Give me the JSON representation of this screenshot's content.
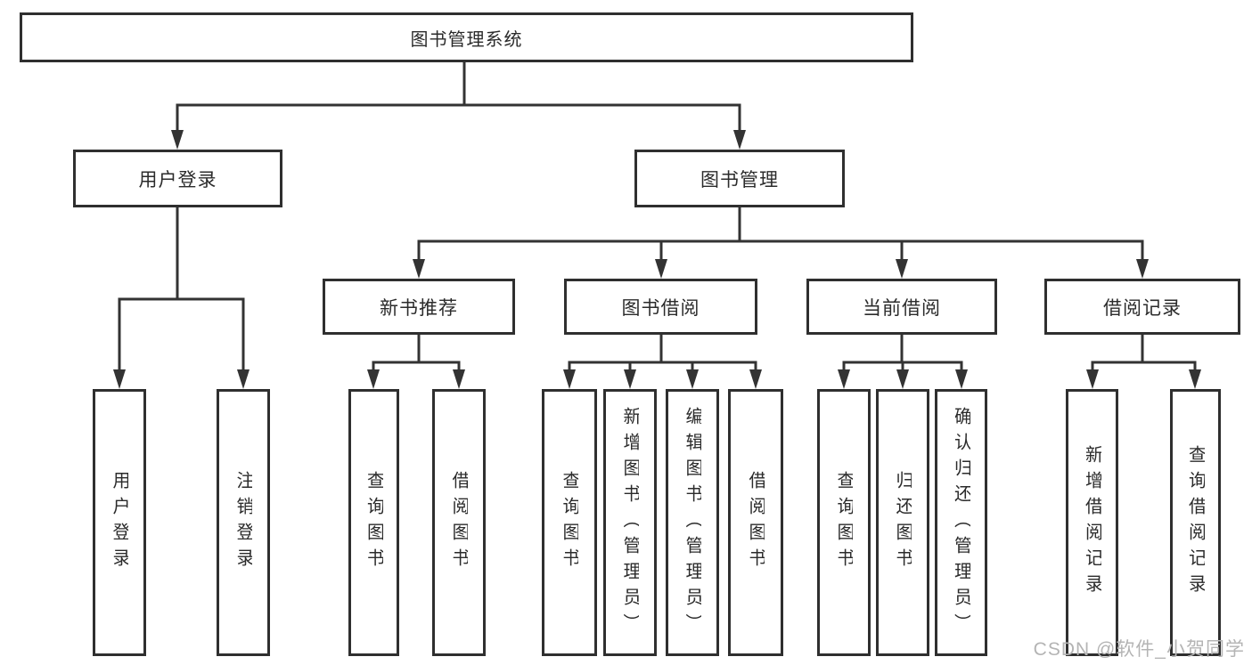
{
  "diagram_title": "图书管理系统",
  "colors": {
    "background": "#ffffff",
    "line": "#333333",
    "box_border": "#2f2f2f",
    "text": "#2b2b2b",
    "watermark_text_color": "#b4b4b4"
  },
  "tree": {
    "root": {
      "label": "图书管理系统"
    },
    "level2": [
      {
        "label": "用户登录",
        "parent": "图书管理系统"
      },
      {
        "label": "图书管理",
        "parent": "图书管理系统"
      }
    ],
    "level3": [
      {
        "label": "新书推荐",
        "parent": "图书管理"
      },
      {
        "label": "图书借阅",
        "parent": "图书管理"
      },
      {
        "label": "当前借阅",
        "parent": "图书管理"
      },
      {
        "label": "借阅记录",
        "parent": "图书管理"
      }
    ],
    "leaves": [
      {
        "label": "用户登录",
        "parent": "用户登录"
      },
      {
        "label": "注销登录",
        "parent": "用户登录"
      },
      {
        "label": "查询图书",
        "parent": "新书推荐"
      },
      {
        "label": "借阅图书",
        "parent": "新书推荐"
      },
      {
        "label": "查询图书",
        "parent": "图书借阅"
      },
      {
        "label": "新增图书（管理员）",
        "parent": "图书借阅"
      },
      {
        "label": "编辑图书（管理员）",
        "parent": "图书借阅"
      },
      {
        "label": "借阅图书",
        "parent": "图书借阅"
      },
      {
        "label": "查询图书",
        "parent": "当前借阅"
      },
      {
        "label": "归还图书",
        "parent": "当前借阅"
      },
      {
        "label": "确认归还（管理员）",
        "parent": "当前借阅"
      },
      {
        "label": "新增借阅记录",
        "parent": "借阅记录"
      },
      {
        "label": "查询借阅记录",
        "parent": "借阅记录"
      }
    ]
  },
  "watermark": {
    "text": "CSDN @软件_小贺同学"
  }
}
